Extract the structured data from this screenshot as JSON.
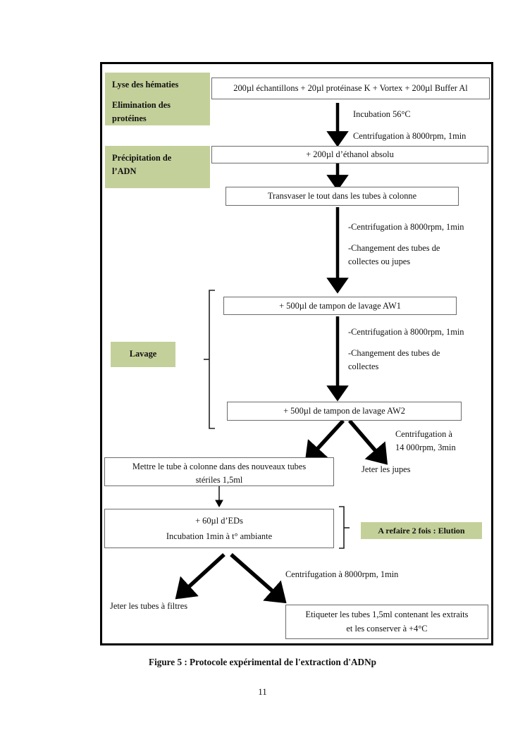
{
  "document": {
    "caption": "Figure 5 : Protocole expérimental de l'extraction d'ADNp",
    "page_number": "11"
  },
  "colors": {
    "stage_label_green": "#c4d09a",
    "box_border": "#6b6b6b",
    "frame_border": "#000000",
    "arrow": "#000000",
    "text": "#111111"
  },
  "stage_labels": [
    {
      "id": "lyse-elimination",
      "lines": [
        "Lyse des hématies",
        "Elimination des",
        "protéines"
      ]
    },
    {
      "id": "precipitation-adn",
      "lines": [
        "Précipitation de",
        "l’ADN"
      ]
    },
    {
      "id": "lavage",
      "lines": [
        "Lavage"
      ]
    },
    {
      "id": "elution",
      "lines": [
        "A refaire 2 fois : Elution"
      ]
    }
  ],
  "process_boxes": [
    {
      "id": "sample-proteinase",
      "lines": [
        "200µl échantillons + 20µl protéinase K + Vortex + 200µl Buffer Al"
      ]
    },
    {
      "id": "ethanol",
      "lines": [
        "+ 200µl d’éthanol absolu"
      ]
    },
    {
      "id": "transvaser",
      "lines": [
        "Transvaser le tout dans les tubes à colonne"
      ]
    },
    {
      "id": "aw1",
      "lines": [
        "+ 500µl de tampon de lavage AW1"
      ]
    },
    {
      "id": "aw2",
      "lines": [
        "+ 500µl de tampon de lavage AW2"
      ]
    },
    {
      "id": "nouveaux-tubes",
      "lines": [
        "Mettre le tube à colonne dans des nouveaux tubes",
        "stériles 1,5ml"
      ]
    },
    {
      "id": "eds-incubation",
      "lines": [
        "+ 60µl d’EDs",
        "Incubation 1min à t° ambiante"
      ]
    },
    {
      "id": "etiqueter",
      "lines": [
        "Etiqueter les tubes 1,5ml contenant les extraits",
        "et les conserver à +4°C"
      ]
    }
  ],
  "annotations": [
    {
      "id": "incubation-56",
      "text": "Incubation 56°C"
    },
    {
      "id": "centri-8000-1min-a",
      "text": "Centrifugation à 8000rpm, 1min"
    },
    {
      "id": "centri-8000-1min-b",
      "text": "-Centrifugation à 8000rpm, 1min"
    },
    {
      "id": "changement-tubes-jupes-1",
      "text": "-Changement des tubes de"
    },
    {
      "id": "changement-tubes-jupes-2",
      "text": "collectes ou jupes"
    },
    {
      "id": "centri-8000-1min-c",
      "text": "-Centrifugation à 8000rpm, 1min"
    },
    {
      "id": "changement-tubes-collectes-1",
      "text": "-Changement des tubes de"
    },
    {
      "id": "changement-tubes-collectes-2",
      "text": "collectes"
    },
    {
      "id": "centri-14000-1",
      "text": "Centrifugation à"
    },
    {
      "id": "centri-14000-2",
      "text": "14 000rpm, 3min"
    },
    {
      "id": "jeter-jupes",
      "text": "Jeter les jupes"
    },
    {
      "id": "centri-8000-1min-d",
      "text": "Centrifugation à 8000rpm, 1min"
    },
    {
      "id": "jeter-tubes-filtres",
      "text": "Jeter les tubes à filtres"
    }
  ]
}
